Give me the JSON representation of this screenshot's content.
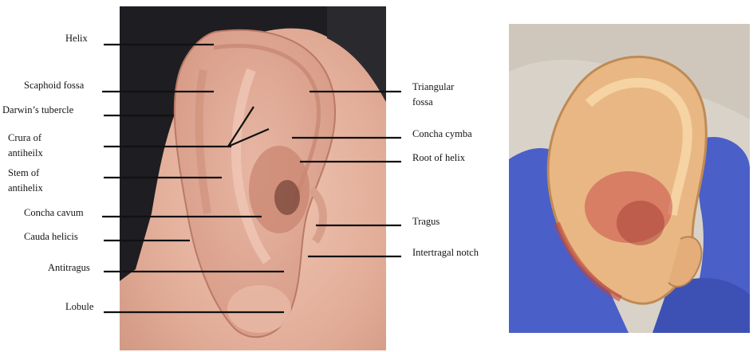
{
  "labels_left": [
    {
      "id": "helix",
      "text": "Helix"
    },
    {
      "id": "scaphoid-fossa",
      "text": "Scaphoid fossa"
    },
    {
      "id": "darwins-tubercle",
      "text": "Darwin’s tubercle"
    },
    {
      "id": "crura-of-antiheilx-line1",
      "text": "Crura of"
    },
    {
      "id": "crura-of-antiheilx-line2",
      "text": "antiheilx"
    },
    {
      "id": "stem-of-antihelix-line1",
      "text": "Stem of"
    },
    {
      "id": "stem-of-antihelix-line2",
      "text": "antihelix"
    },
    {
      "id": "concha-cavum",
      "text": "Concha cavum"
    },
    {
      "id": "cauda-helicis",
      "text": "Cauda helicis"
    },
    {
      "id": "antitragus",
      "text": "Antitragus"
    },
    {
      "id": "lobule",
      "text": "Lobule"
    }
  ],
  "labels_right": [
    {
      "id": "triangular-fossa-line1",
      "text": "Triangular"
    },
    {
      "id": "triangular-fossa-line2",
      "text": "fossa"
    },
    {
      "id": "concha-cymba",
      "text": "Concha cymba"
    },
    {
      "id": "root-of-helix",
      "text": "Root of helix"
    },
    {
      "id": "tragus",
      "text": "Tragus"
    },
    {
      "id": "intertragal-notch",
      "text": "Intertragal notch"
    }
  ],
  "colors": {
    "skin": "#e2ad98",
    "skin_shadow": "#c48670",
    "hair": "#1e1e22",
    "glove": "#4a5fc8",
    "specimen": "#e9b783",
    "specimen_red": "#c8504a",
    "leader_line": "#111111"
  }
}
